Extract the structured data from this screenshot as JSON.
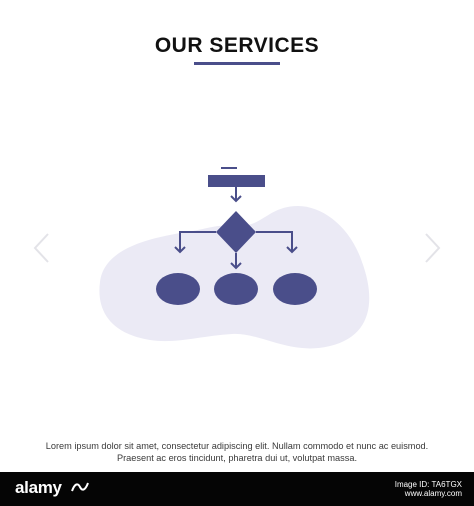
{
  "header": {
    "title": "OUR SERVICES"
  },
  "illustration": {
    "icon": "flowchart-icon",
    "colors": {
      "blob": "#ebeaf5",
      "icon": "#4a4e8a"
    }
  },
  "navigation": {
    "previous_icon": "chevron-left-icon",
    "next_icon": "chevron-right-icon"
  },
  "body": {
    "line1": "Lorem ipsum dolor sit amet, consectetur adipiscing elit. Nullam commodo et nunc ac euismod.",
    "line2": "Praesent ac eros tincidunt, pharetra dui ut, volutpat massa."
  },
  "footer": {
    "logo_text": "alamy",
    "image_id_label": "Image ID: TA6TGX",
    "site": "www.alamy.com"
  }
}
